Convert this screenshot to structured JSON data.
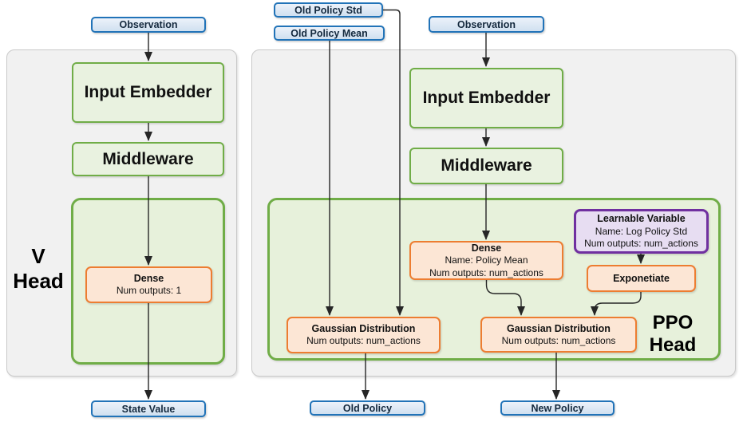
{
  "v_head": {
    "label_line1": "V",
    "label_line2": "Head",
    "input": "Observation",
    "input_embedder": "Input Embedder",
    "middleware": "Middleware",
    "dense": {
      "title": "Dense",
      "detail1": "Num outputs: 1"
    },
    "output": "State Value"
  },
  "ppo_head": {
    "label_line1": "PPO",
    "label_line2": "Head",
    "input_old_policy_std": "Old Policy Std",
    "input_old_policy_mean": "Old Policy Mean",
    "input_observation": "Observation",
    "input_embedder": "Input Embedder",
    "middleware": "Middleware",
    "dense": {
      "title": "Dense",
      "detail1": "Name: Policy Mean",
      "detail2": "Num outputs: num_actions"
    },
    "learnable_variable": {
      "title": "Learnable Variable",
      "detail1": "Name: Log Policy Std",
      "detail2": "Num outputs: num_actions"
    },
    "exponetiate": "Exponetiate",
    "gaussian_old": {
      "title": "Gaussian Distribution",
      "detail1": "Num outputs: num_actions"
    },
    "gaussian_new": {
      "title": "Gaussian Distribution",
      "detail1": "Num outputs: num_actions"
    },
    "output_old_policy": "Old Policy",
    "output_new_policy": "New Policy"
  },
  "colors": {
    "terminal_border": "#2173b8",
    "terminal_fill": "#d9e6f4",
    "green_border": "#70ad47",
    "green_fill": "#e8f2de",
    "orange_border": "#ed7d31",
    "orange_fill": "#fce6d5",
    "purple_border": "#7030a0",
    "purple_fill": "#e7ddf2",
    "panel_fill": "#f1f1f1",
    "connector": "#262626"
  }
}
